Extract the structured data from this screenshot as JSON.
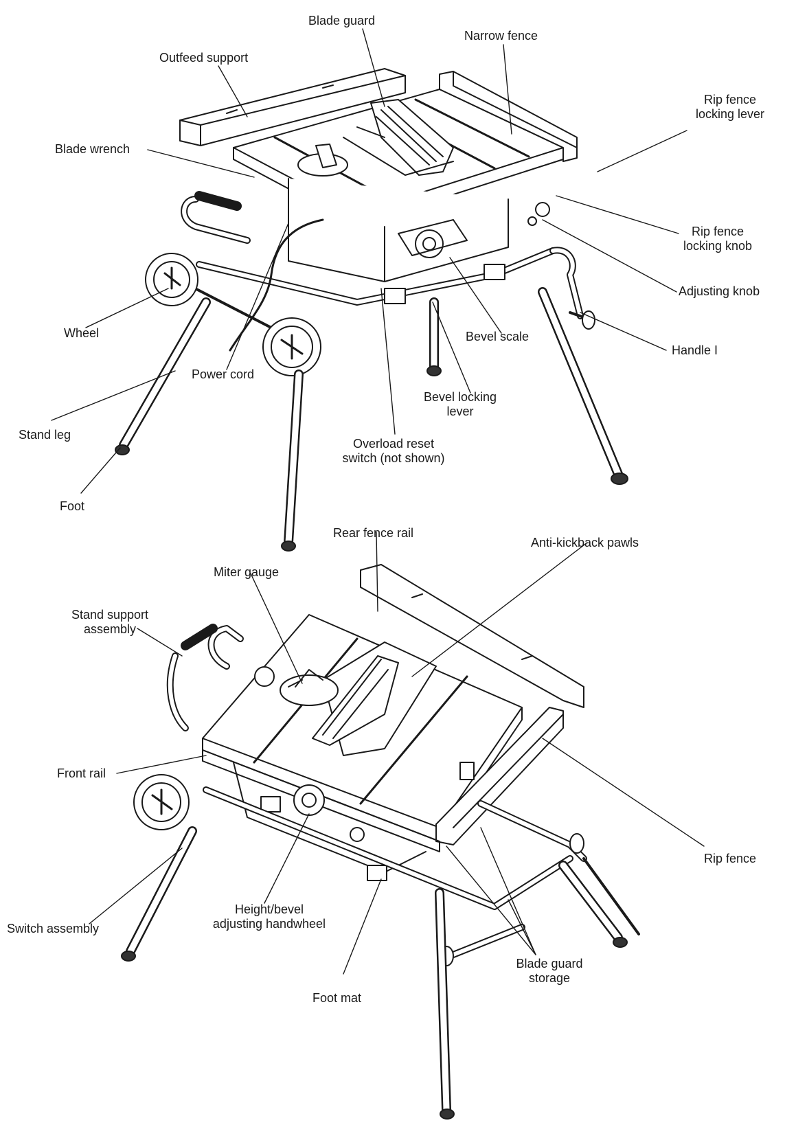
{
  "figure": {
    "top_view_labels": {
      "blade_guard": "Blade guard",
      "narrow_fence": "Narrow fence",
      "outfeed_support": "Outfeed support",
      "rip_fence_locking_lever": [
        "Rip fence",
        "locking lever"
      ],
      "blade_wrench": "Blade wrench",
      "rip_fence_locking_knob": [
        "Rip fence",
        "locking knob"
      ],
      "adjusting_knob": "Adjusting knob",
      "wheel": "Wheel",
      "bevel_scale": "Bevel scale",
      "handle": "Handle I",
      "power_cord": "Power cord",
      "bevel_locking_lever": [
        "Bevel locking",
        "lever"
      ],
      "stand_leg": "Stand leg",
      "overload_reset_switch": [
        "Overload reset",
        "switch (not shown)"
      ],
      "foot": "Foot"
    },
    "bottom_view_labels": {
      "rear_fence_rail": "Rear fence rail",
      "anti_kickback_pawls": "Anti-kickback pawls",
      "miter_gauge": "Miter gauge",
      "stand_support_assembly": [
        "Stand support",
        "assembly"
      ],
      "front_rail": "Front rail",
      "rip_fence": "Rip fence",
      "switch_assembly": "Switch assembly",
      "height_bevel_handwheel": [
        "Height/bevel",
        "adjusting handwheel"
      ],
      "blade_guard_storage": [
        "Blade guard",
        "storage"
      ],
      "foot_mat": "Foot mat"
    }
  }
}
